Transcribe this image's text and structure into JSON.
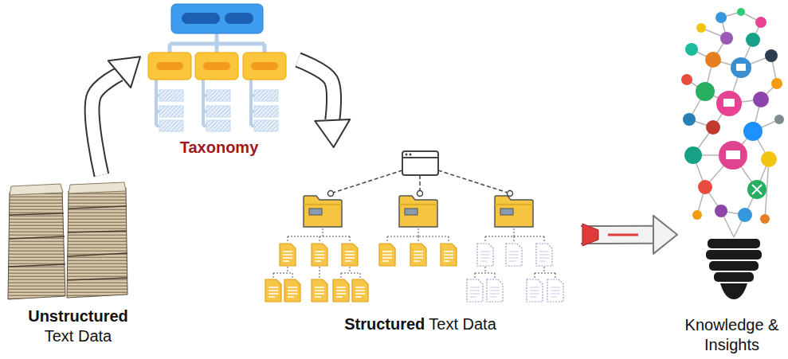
{
  "diagram": {
    "nodes": [
      {
        "text": [
          "Unstructured",
          "Text Data"
        ]
      },
      {
        "text": [
          "Taxonomy"
        ]
      },
      {
        "text": [
          "Structured",
          "Text Data"
        ]
      },
      {
        "text": [
          "Knowledge & Insights"
        ]
      }
    ],
    "edges": [
      {
        "from": 0,
        "to": 1,
        "arrow": "to"
      },
      {
        "from": 1,
        "to": 2,
        "arrow": "to"
      },
      {
        "from": 2,
        "to": 3,
        "arrow": "to"
      }
    ]
  }
}
